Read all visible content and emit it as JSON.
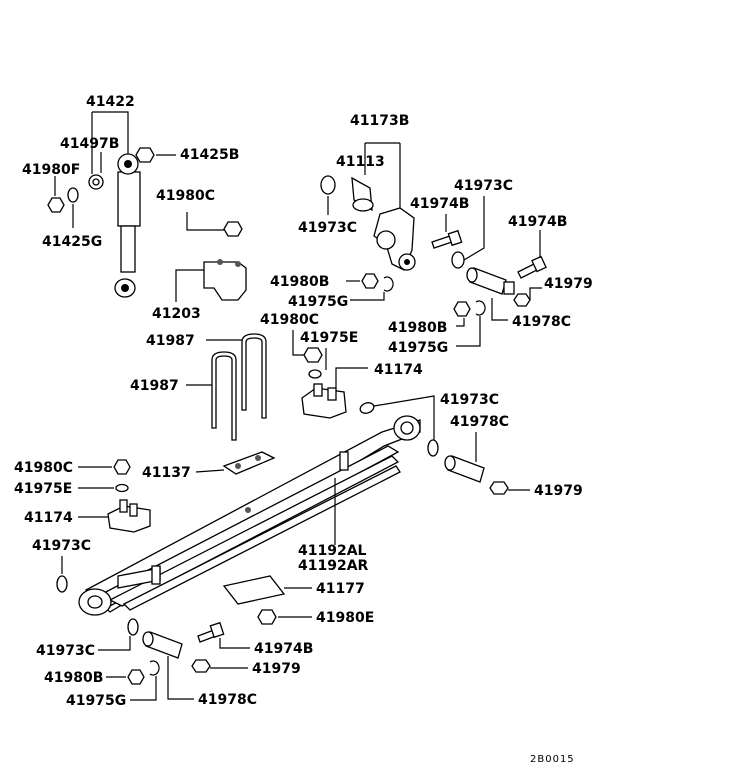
{
  "figure_code": "2B0015",
  "labels": {
    "l41422": "41422",
    "l41497B": "41497B",
    "l41425B": "41425B",
    "l41980F": "41980F",
    "l41425G": "41425G",
    "l41980C_a": "41980C",
    "l41203": "41203",
    "l41173B": "41173B",
    "l41113": "41113",
    "l41973C_a": "41973C",
    "l41973C_b": "41973C",
    "l41974B_a": "41974B",
    "l41974B_b": "41974B",
    "l41980B_a": "41980B",
    "l41975G_a": "41975G",
    "l41979_a": "41979",
    "l41978C_a": "41978C",
    "l41980B_b": "41980B",
    "l41975G_b": "41975G",
    "l41987_a": "41987",
    "l41987_b": "41987",
    "l41980C_b": "41980C",
    "l41975E_a": "41975E",
    "l41174_a": "41174",
    "l41973C_c": "41973C",
    "l41978C_b": "41978C",
    "l41980C_c": "41980C",
    "l41137": "41137",
    "l41975E_b": "41975E",
    "l41174_b": "41174",
    "l41979_b": "41979",
    "l41973C_d": "41973C",
    "l41192AL": "41192AL",
    "l41192AR": "41192AR",
    "l41177": "41177",
    "l41980E": "41980E",
    "l41973C_e": "41973C",
    "l41974B_c": "41974B",
    "l41979_c": "41979",
    "l41980B_c": "41980B",
    "l41975G_c": "41975G",
    "l41978C_c": "41978C"
  }
}
